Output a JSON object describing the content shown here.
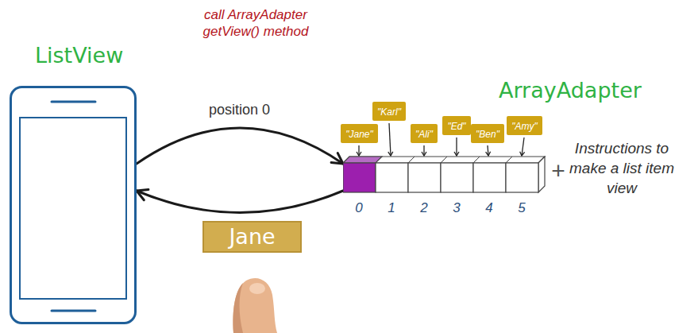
{
  "diagram": {
    "nodes": [
      {
        "text": [
          "ListView"
        ]
      },
      {
        "text": [
          "ArrayAdapter"
        ]
      },
      {
        "text": [
          "\"Jane\""
        ]
      },
      {
        "text": [
          "\"Karl\""
        ]
      },
      {
        "text": [
          "\"Ali\""
        ]
      },
      {
        "text": [
          "\"Ed\""
        ]
      },
      {
        "text": [
          "\"Ben\""
        ]
      },
      {
        "text": [
          "\"Amy\""
        ]
      },
      {
        "text": [
          "Jane"
        ]
      }
    ],
    "edges": [
      {
        "from": 0,
        "to": 1,
        "arrow": "to",
        "label": "position 0"
      },
      {
        "from": 1,
        "to": 0,
        "arrow": "to"
      }
    ],
    "labels": [
      "call ArrayAdapter getView() method",
      "0",
      "1",
      "2",
      "3",
      "4",
      "5",
      "+",
      "Instructions to make a list item view"
    ]
  }
}
